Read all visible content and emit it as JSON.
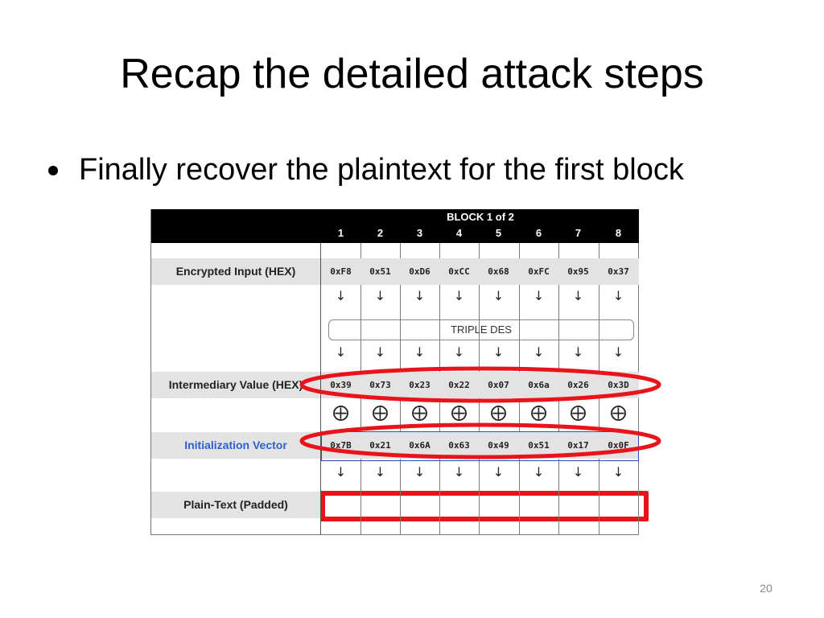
{
  "slide": {
    "title": "Recap the detailed attack steps",
    "bullet": "Finally recover the plaintext for the first block",
    "page_number": "20"
  },
  "figure": {
    "block_title": "BLOCK 1 of 2",
    "columns": [
      "1",
      "2",
      "3",
      "4",
      "5",
      "6",
      "7",
      "8"
    ],
    "rows": {
      "encrypted_input": {
        "label": "Encrypted Input (HEX)",
        "values": [
          "0xF8",
          "0x51",
          "0xD6",
          "0xCC",
          "0x68",
          "0xFC",
          "0x95",
          "0x37"
        ]
      },
      "intermediary_value": {
        "label": "Intermediary Value (HEX)",
        "values": [
          "0x39",
          "0x73",
          "0x23",
          "0x22",
          "0x07",
          "0x6a",
          "0x26",
          "0x3D"
        ]
      },
      "initialization_vector": {
        "label": "Initialization Vector",
        "values": [
          "0x7B",
          "0x21",
          "0x6A",
          "0x63",
          "0x49",
          "0x51",
          "0x17",
          "0x0F"
        ]
      },
      "plain_text": {
        "label": "Plain-Text (Padded)",
        "values": [
          "",
          "",
          "",
          "",
          "",
          "",
          "",
          ""
        ]
      }
    },
    "cipher_box_label": "TRIPLE DES",
    "arrow_glyph": "🡣",
    "xor_glyph": "⨁",
    "highlight_color": "#e9141b",
    "iv_label_color": "#2d5fd1"
  }
}
